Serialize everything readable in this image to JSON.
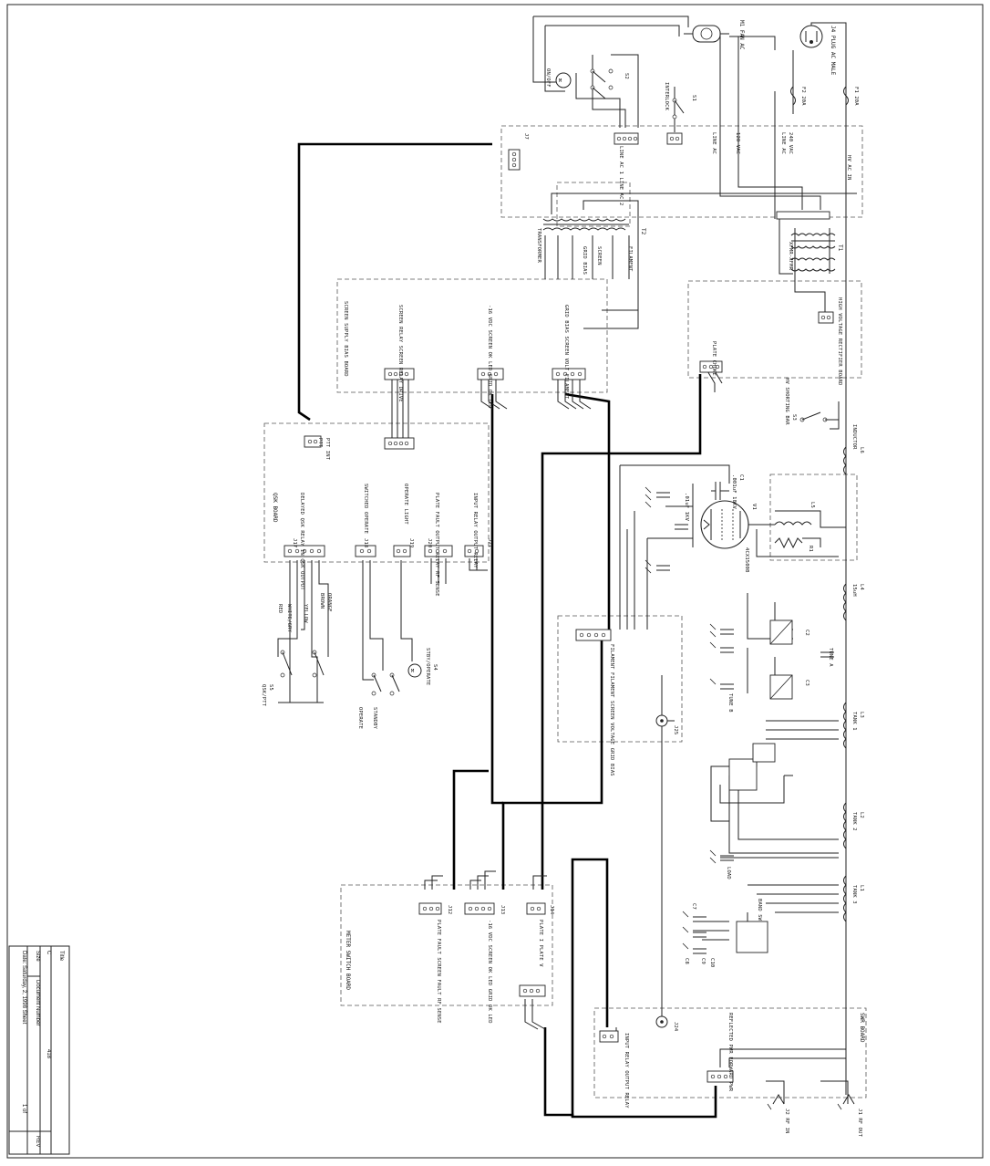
{
  "title_block": {
    "title": "Title",
    "size": "Size",
    "doc_number": "Document Number",
    "size_val": "C",
    "sheet_val": "418",
    "rev": "REV",
    "date": "Date: Saturday, 2, 1998 Sheet",
    "sheet_of": "1  of"
  },
  "components": {
    "j4": "J4 PLUG AC MALE",
    "f1": "F1 20A",
    "f2": "F2 20A",
    "m1": "M1 FAN AC",
    "on_off": "ON/OFF",
    "interlock": "INTERLOCK",
    "s2": "S2",
    "s1": "S1",
    "line_ac_1": "LINE AC",
    "line_ac_2": "120 VAC",
    "line_ac_3": "LINE AC",
    "line_ac_4": "240 VAC",
    "hv_ac_in": "HV AC IN",
    "line_blk": "LINE AC 1 LINE AC 2",
    "j7": "J7",
    "t2": "T2",
    "transformer": "TRANSFORMER",
    "grid_bias": "GRID BIAS",
    "screen": "SCREEN",
    "filament": "FILAMENT",
    "t1": "T1",
    "hv_xfmr": "XFMR-XFMR",
    "hv_filter": "HIGH VOLTAGE RECTIFIER BOARD",
    "screen_supply": "SCREEN SUPPLY BIAS BOARD",
    "screen_relay": "SCREEN RELAY SCREEN RELAY DRIVE",
    "bias_vdc": "-16 VDC SCREEN OK LED GRID OK LED",
    "grid_bias_2": "GRID BIAS SCREEN VOLT FILAMENT",
    "plate_choke": "PLATE CHOKE",
    "hv_shorting": "HV SHORTING BAR",
    "s3": "S3",
    "l6": "L6",
    "inductor": "INDUCTOR",
    "c1": "C1",
    "c1_val": ".001uF 10KV",
    "cx_val": ".01uF 1KV",
    "l5": "L5",
    "v1": "V1",
    "tube": "4CX1500B",
    "r1": "R1",
    "l4": "L4",
    "l4_val": "15uH",
    "l3": "L3",
    "tank1": "TANK 1",
    "l2": "L2",
    "tank2": "TANK 2",
    "l1": "L1",
    "tank3": "TANK 3",
    "c2": "C2",
    "c3": "C3",
    "tune_a": "TUNE A",
    "tune_b": "TUNE B",
    "load": "LOAD",
    "c7": "C7",
    "c8": "C8",
    "c9": "C9",
    "c10": "C10",
    "sw_band": "BAND SW",
    "swr_board": "SWR BOARD",
    "j1": "J1 RF OUT",
    "j2": "J2 RF IN",
    "refl_fwd": "REFLECTED PWR FORWARD PWR",
    "input_relay": "INPUT RELAY OUTPUT RELAY",
    "j24": "J24",
    "j25": "J25",
    "grid_block": "FILAMENT FILAMENT SCREEN VOLTAGE GRID BIAS",
    "qsk_board": "QSK BOARD",
    "qsk_lines": "DELAYED QSK RELAY IN QSK OUTPUT",
    "ptt": "PTT",
    "ptt_in": "PTT INT",
    "switched_operate": "SWITCHED OPERATE",
    "operate_light": "OPERATE LIGHT",
    "plate_fault": "PLATE FAULT OUTPUT RELAY RF SENSE",
    "input_relay_2": "INPUT RELAY OUTPUT RELAY",
    "j17": "J17",
    "j18": "J18",
    "j19": "J19",
    "j20": "J20",
    "j21": "J21",
    "wire_red": "RED",
    "wire_white": "WHITE/GRY",
    "wire_yellow": "YELLOW",
    "wire_orange": "ORANGE",
    "wire_brown": "BROWN",
    "s5": "S5",
    "s5_name": "QSK/PTT",
    "s4": "S4",
    "stby_oper": "STBY/OPERATE",
    "standby": "STANDBY",
    "operate": "OPERATE",
    "meter_board": "METER SWITCH BOARD",
    "meter_j1": "PLATE FAULT SCREEN FAULT RF SENSE",
    "meter_j2": "-16 VDC SCREEN OK LED GRID OK LED",
    "meter_j3": "PLATE I PLATE V",
    "j12": "J12",
    "j13": "J13",
    "j14": "J14"
  }
}
